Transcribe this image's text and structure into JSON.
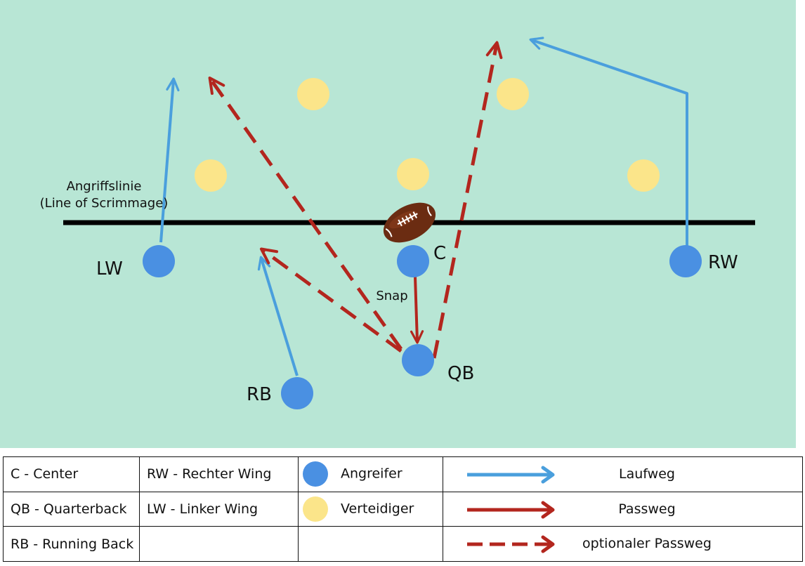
{
  "colors": {
    "field": "#b8e6d5",
    "attacker": "#4a90e2",
    "defender": "#fbe58a",
    "run_route": "#4a9fdd",
    "pass_route": "#b3261e",
    "line": "#000000"
  },
  "field": {
    "scrimmage_label_1": "Angriffslinie",
    "scrimmage_label_2": "(Line of Scrimmage)",
    "snap_label": "Snap",
    "players": {
      "lw": "LW",
      "rw": "RW",
      "c": "C",
      "qb": "QB",
      "rb": "RB"
    },
    "ball_icon": "football-icon"
  },
  "legend": {
    "abbreviations": [
      "C - Center",
      "QB - Quarterback",
      "RB - Running Back",
      "RW - Rechter Wing",
      "LW - Linker Wing"
    ],
    "markers": {
      "attacker": "Angreifer",
      "defender": "Verteidiger"
    },
    "routes": {
      "run": "Laufweg",
      "pass": "Passweg",
      "optional_pass": "optionaler Passweg"
    }
  }
}
